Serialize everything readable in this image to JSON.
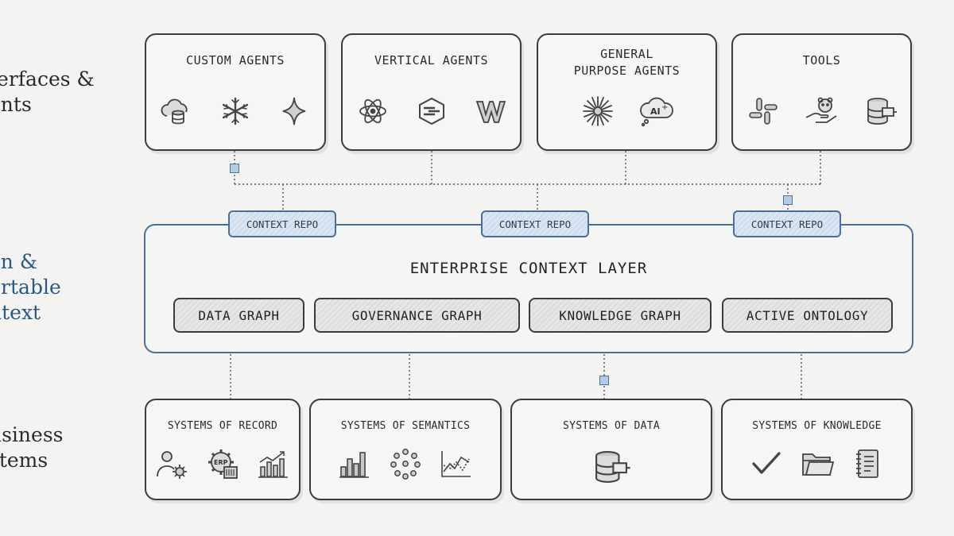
{
  "side_labels": {
    "interfaces": "terfaces &\nents",
    "portable": "en &\nortable\nntext",
    "business": "usiness\nstems"
  },
  "top_boxes": [
    {
      "title": "CUSTOM AGENTS",
      "icons": [
        "cloud-database-icon",
        "snowflake-icon",
        "sparkle-star-icon"
      ]
    },
    {
      "title": "VERTICAL AGENTS",
      "icons": [
        "atom-icon",
        "hexagon-logo-icon",
        "w-logo-icon"
      ]
    },
    {
      "title": "GENERAL\nPURPOSE AGENTS",
      "icons": [
        "starburst-icon",
        "ai-thought-bubble-icon"
      ]
    },
    {
      "title": "TOOLS",
      "icons": [
        "slack-logo-icon",
        "bear-hand-icon",
        "database-connector-icon"
      ]
    }
  ],
  "context_repos": [
    "CONTEXT REPO",
    "CONTEXT REPO",
    "CONTEXT REPO"
  ],
  "context_layer": {
    "title": "ENTERPRISE CONTEXT LAYER",
    "graphs": [
      "DATA GRAPH",
      "GOVERNANCE GRAPH",
      "KNOWLEDGE GRAPH",
      "ACTIVE ONTOLOGY"
    ]
  },
  "bottom_boxes": [
    {
      "title": "SYSTEMS OF RECORD",
      "icons": [
        "user-gear-icon",
        "erp-gear-icon",
        "bar-chart-up-icon"
      ]
    },
    {
      "title": "SYSTEMS OF SEMANTICS",
      "icons": [
        "bar-chart-icon",
        "dot-circle-icon",
        "line-chart-icon"
      ]
    },
    {
      "title": "SYSTEMS OF DATA",
      "icons": [
        "database-connector-icon"
      ]
    },
    {
      "title": "SYSTEMS OF KNOWLEDGE",
      "icons": [
        "checkmark-icon",
        "folder-icon",
        "notebook-icon"
      ]
    }
  ],
  "colors": {
    "accent": "#4a6f99",
    "accent_fill": "#b4cbe3",
    "ink": "#3c3c3c",
    "background": "#f3f3f1"
  }
}
